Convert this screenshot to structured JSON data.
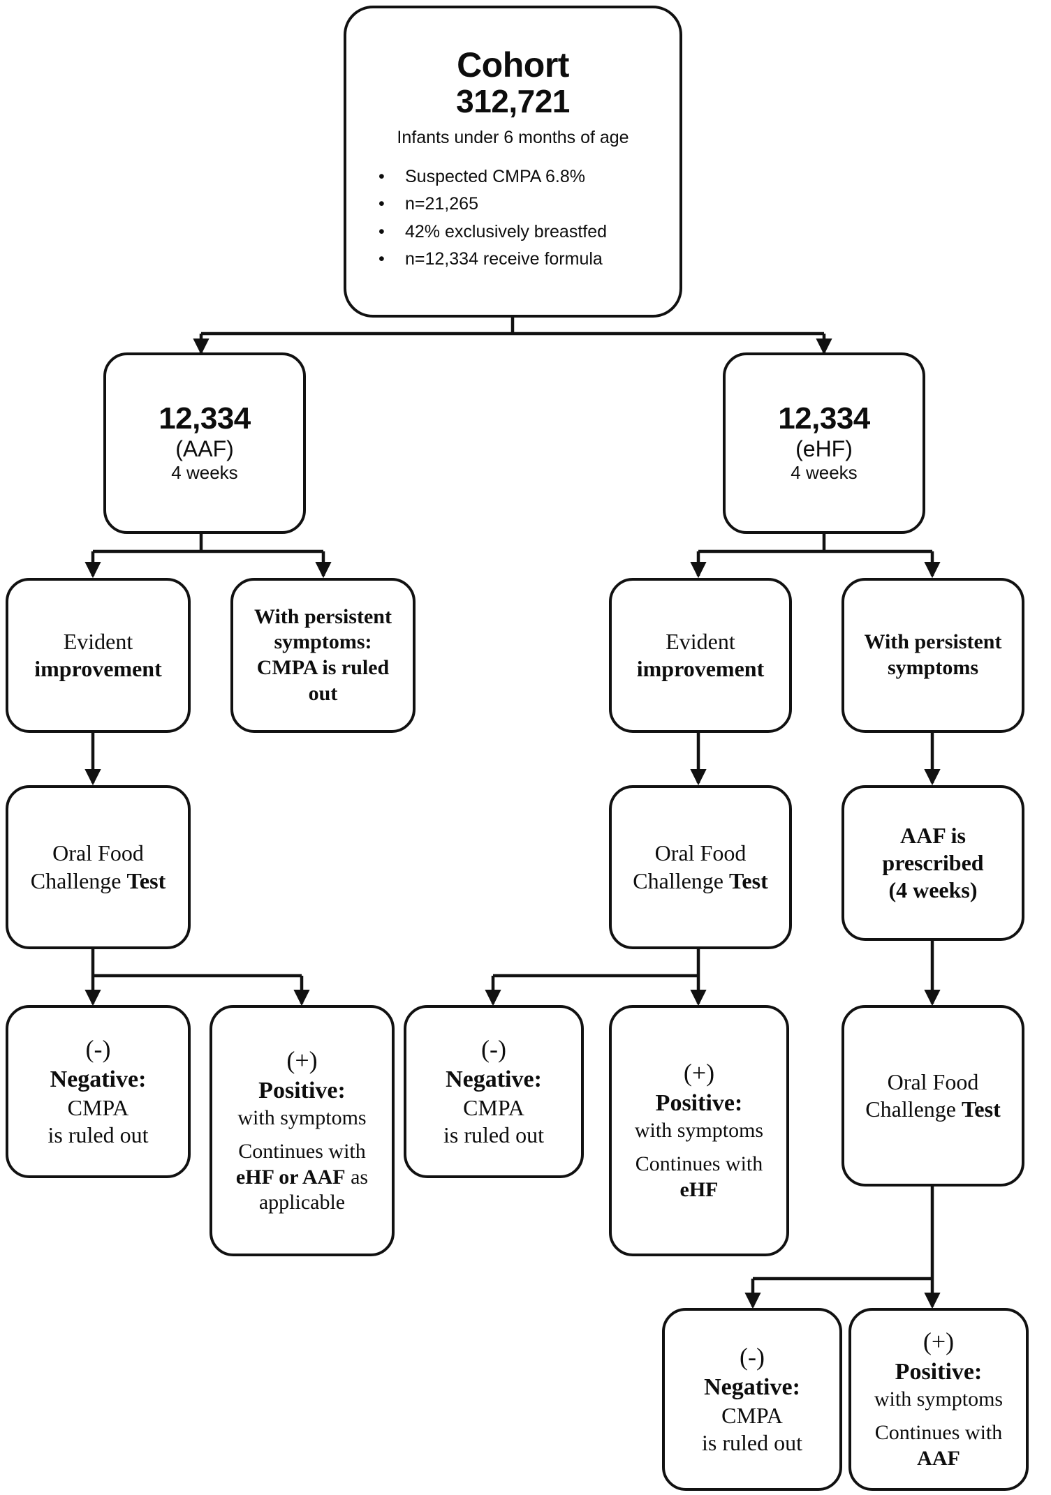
{
  "diagram": {
    "type": "flowchart",
    "title": "CMPA diagnostic pathway cohort flow diagram",
    "stroke_color": "#111111",
    "background_color": "#ffffff"
  },
  "nodes": {
    "cohort": {
      "title": "Cohort",
      "number": "312,721",
      "subtitle": "Infants under 6 months of age",
      "bullets": [
        "Suspected CMPA 6.8%",
        "n=21,265",
        "42% exclusively breastfed",
        "n=12,334 receive formula"
      ],
      "bullet_glyph": "•"
    },
    "aaf_arm": {
      "number": "12,334",
      "label": "(AAF)",
      "duration": "4 weeks"
    },
    "ehf_arm": {
      "number": "12,334",
      "label": "(eHF)",
      "duration": "4 weeks"
    },
    "aaf_improve": {
      "line1": "Evident",
      "line2": "improvement"
    },
    "aaf_persistent": {
      "line1": "With persistent",
      "line2": "symptoms:",
      "line3": "CMPA is ruled out"
    },
    "aaf_ofc": {
      "line1": "Oral Food",
      "line2_plain": "Challenge ",
      "line2_bold": "Test"
    },
    "aaf_negative": {
      "sign": "(-)",
      "heading": "Negative:",
      "line1": "CMPA",
      "line2": "is ruled out"
    },
    "aaf_positive": {
      "sign": "(+)",
      "heading": "Positive:",
      "line1": "with symptoms",
      "line2": "Continues with",
      "line3_bold": "eHF or AAF",
      "line3_plain": " as",
      "line4": "applicable"
    },
    "ehf_improve": {
      "line1": "Evident",
      "line2": "improvement"
    },
    "ehf_persistent": {
      "line1": "With persistent",
      "line2": "symptoms"
    },
    "ehf_ofc": {
      "line1": "Oral Food",
      "line2_plain": "Challenge ",
      "line2_bold": "Test"
    },
    "ehf_negative": {
      "sign": "(-)",
      "heading": "Negative:",
      "line1": "CMPA",
      "line2": "is ruled out"
    },
    "ehf_positive": {
      "sign": "(+)",
      "heading": "Positive:",
      "line1": "with symptoms",
      "line2": "Continues with",
      "line3": "eHF"
    },
    "aaf_prescribed": {
      "line1": "AAF is",
      "line2": "prescribed",
      "line3": "(4 weeks)"
    },
    "aaf_prescribed_ofc": {
      "line1": "Oral Food",
      "line2_plain": "Challenge ",
      "line2_bold": "Test"
    },
    "final_negative": {
      "sign": "(-)",
      "heading": "Negative:",
      "line1": "CMPA",
      "line2": "is ruled out"
    },
    "final_positive": {
      "sign": "(+)",
      "heading": "Positive:",
      "line1": "with symptoms",
      "line2": "Continues with",
      "line3": "AAF"
    }
  }
}
